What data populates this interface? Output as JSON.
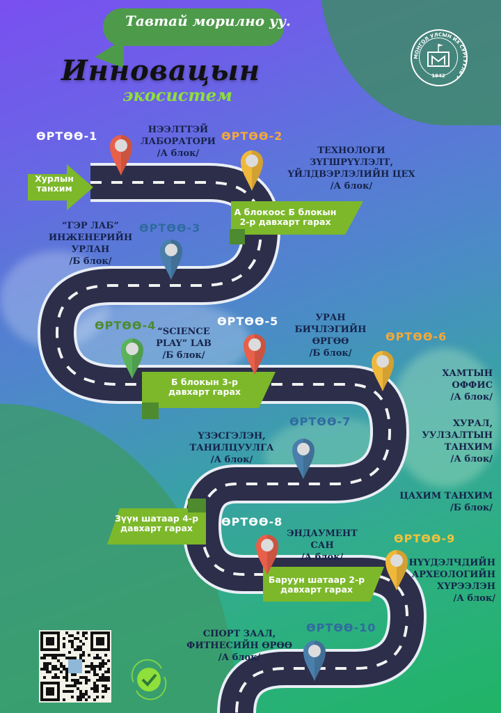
{
  "header": {
    "greeting": "Тавтай морилно уу.",
    "title_main": "Инновацын",
    "title_sub": "экосистем"
  },
  "logo": {
    "ring_text": "МОНГОЛ УЛСЫН ИХ СУРГУУЛЬ",
    "year": "1942",
    "icon": "university-building-icon"
  },
  "start": {
    "label": "Хурлын\nтанхим",
    "icon": "arrow-right-icon"
  },
  "stages": [
    {
      "label": "ӨРТӨӨ-1",
      "color": "#ffffff",
      "pin_color": "#e8604a",
      "place": "НЭЭЛТТЭЙ\nЛАБОРАТОРИ",
      "block": "/А блок/"
    },
    {
      "label": "ӨРТӨӨ-2",
      "color": "#f3a93a",
      "pin_color": "#f0b83a",
      "place": "ТЕХНОЛОГИ\nЗҮГШРҮҮЛЭЛТ,\nҮЙЛДВЭРЛЭЛИЙН ЦЕХ",
      "block": "/А блок/"
    },
    {
      "label": "ӨРТӨӨ-3",
      "color": "#2f6aa0",
      "pin_color": "#4a7fab",
      "place": "“ГЭР ЛАБ”\nИНЖЕНЕРИЙН\nУРЛАН",
      "block": "/Б блок/"
    },
    {
      "label": "ӨРТӨӨ-4",
      "color": "#4e8a2e",
      "pin_color": "#5ab35a",
      "place": "“SCIENCE\nPLAY” LAB",
      "block": "/Б блок/"
    },
    {
      "label": "ӨРТӨӨ-5",
      "color": "#ffffff",
      "pin_color": "#e8604a",
      "place": "УРАН\nБИЧЛЭГИЙН\nӨРГӨӨ",
      "block": "/Б блок/"
    },
    {
      "label": "ӨРТӨӨ-6",
      "color": "#f3a93a",
      "pin_color": "#f0b83a",
      "place": "ХАМТЫН\nОФФИС",
      "block": "/А блок/"
    },
    {
      "label": "ӨРТӨӨ-7",
      "color": "#2f6aa0",
      "pin_color": "#4a7fab",
      "place": "ҮЗЭСГЭЛЭН,\nТАНИЛЦУУЛГА",
      "block": "/А блок/"
    },
    {
      "label": "ӨРТӨӨ-8",
      "color": "#ffffff",
      "pin_color": "#e8604a",
      "place": "ЭНДАУМЕНТ\nСАН",
      "block": "/А блок/"
    },
    {
      "label": "ӨРТӨӨ-9",
      "color": "#f3c23a",
      "pin_color": "#f0b83a",
      "place": "НҮҮДЭЛЧДИЙН\nАРХЕОЛОГИЙН\nХҮРЭЭЛЭН",
      "block": "/А блок/"
    },
    {
      "label": "ӨРТӨӨ-10",
      "color": "#2f6aa0",
      "pin_color": "#4a7fab",
      "place": "СПОРТ ЗААЛ,\nФИТНЕСИЙН ӨРӨӨ",
      "block": "/А блок/"
    }
  ],
  "extra_places": [
    {
      "place": "ХУРАЛ,\nУУЛЗАЛТЫН\nТАНХИМ",
      "block": "/А блок/"
    },
    {
      "place": "ЦАХИМ ТАНХИМ",
      "block": "/Б блок/"
    }
  ],
  "directions": [
    "А блокоос Б блокын\n2-р давхарт гарах",
    "Б блокын 3-р\nдавхарт гарах",
    "Зүүн шатаар 4-р\nдавхарт гарах",
    "Баруун шатаар 2-р\nдавхарт гарах"
  ],
  "footer": {
    "qr_icon": "qr-code-icon",
    "check_icon": "check-cycle-icon"
  },
  "colors": {
    "banner_green": "#7cb82a",
    "road": "#2c2e4a",
    "title_text": "#15234a"
  }
}
